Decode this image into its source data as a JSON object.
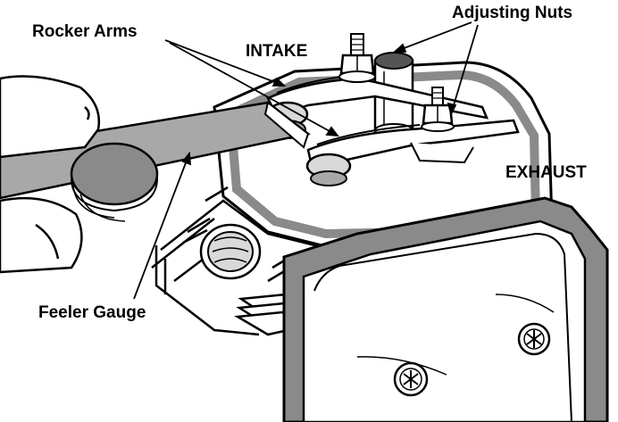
{
  "labels": {
    "rocker_arms": "Rocker Arms",
    "intake": "INTAKE",
    "adjusting_nuts": "Adjusting Nuts",
    "exhaust": "EXHAUST",
    "feeler_gauge": "Feeler Gauge"
  },
  "colors": {
    "line": "#000000",
    "paper": "#ffffff",
    "gasket_gray": "#8a8a8a",
    "light_gray": "#d9d9d9",
    "mid_gray": "#a8a8a8"
  }
}
